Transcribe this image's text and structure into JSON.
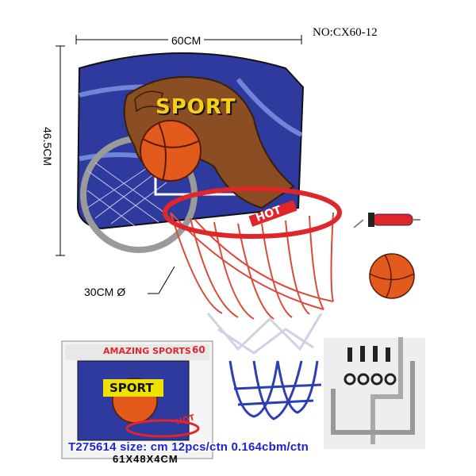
{
  "labels": {
    "model_no": "NO:CX60-12",
    "width": "60CM",
    "height": "46.5CM",
    "rim_diameter": "30CM Ø",
    "backboard_brand": "SPORT",
    "hoop_tag": "HOT",
    "package_title": "AMAZING SPORTS",
    "package_number": "60",
    "package_brand": "SPORT",
    "package_hot": "HOT",
    "footer": "T275614  size: cm   12pcs/ctn  0.164cbm/ctn",
    "box_dims": "61X48X4CM"
  },
  "colors": {
    "backboard": "#2f3a9e",
    "rim": "#e0262a",
    "net_blue": "#2b3fb5",
    "ball": "#e25a1c"
  }
}
